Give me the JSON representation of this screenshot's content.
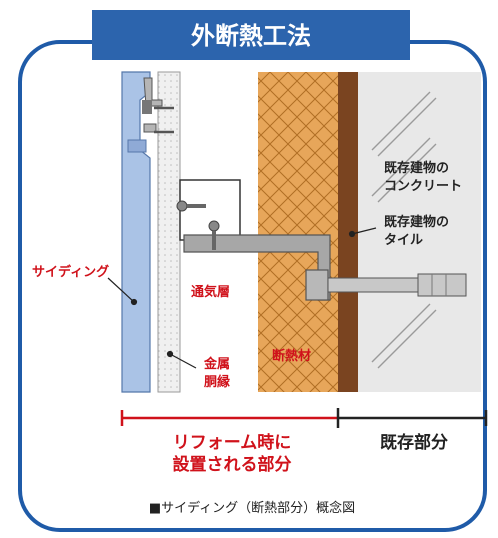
{
  "header": {
    "title": "外断熱工法",
    "title_bg": "#1f5ba8"
  },
  "labels": {
    "siding": "サイディング",
    "vent_layer": "通気層",
    "furring_line1": "金属",
    "furring_line2": "胴縁",
    "insulation": "断熱材",
    "concrete_line1": "既存建物の",
    "concrete_line2": "コンクリート",
    "tile_line1": "既存建物の",
    "tile_line2": "タイル",
    "reform_line1": "リフォーム時に",
    "reform_line2": "設置される部分",
    "existing": "既存部分",
    "caption": "■サイディング（断熱部分）概念図"
  },
  "colors": {
    "border": "#1f5ba8",
    "red": "#d0121b",
    "siding": "#aac3e6",
    "furring": "#e6e6e6",
    "insulation": "#e7a65a",
    "tile": "#7a4420",
    "concrete": "#e8e8e8",
    "bracket": "#a7a7a7"
  }
}
